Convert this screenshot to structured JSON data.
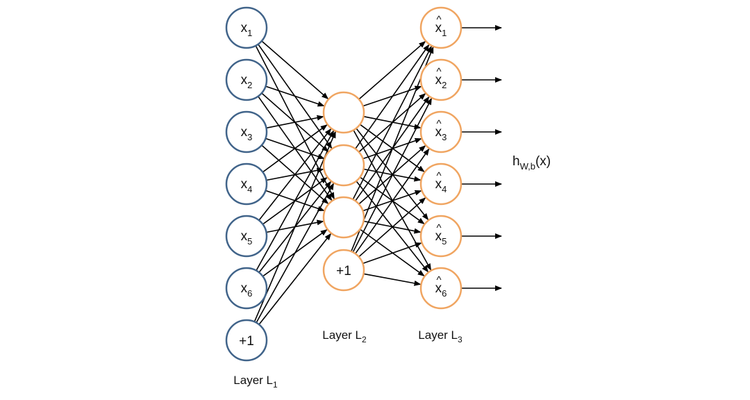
{
  "colors": {
    "input_node_stroke": "#41648a",
    "hidden_output_node_stroke": "#f0a561",
    "edge": "#000000"
  },
  "layer1": {
    "nodes": [
      {
        "base": "x",
        "sub": "1"
      },
      {
        "base": "x",
        "sub": "2"
      },
      {
        "base": "x",
        "sub": "3"
      },
      {
        "base": "x",
        "sub": "4"
      },
      {
        "base": "x",
        "sub": "5"
      },
      {
        "base": "x",
        "sub": "6"
      }
    ],
    "bias": "+1",
    "label": {
      "base": "Layer L",
      "sub": "1"
    }
  },
  "layer2": {
    "hidden_count": 3,
    "bias": "+1",
    "label": {
      "base": "Layer L",
      "sub": "2"
    }
  },
  "layer3": {
    "nodes": [
      {
        "base": "x",
        "hat": "^",
        "sub": "1"
      },
      {
        "base": "x",
        "hat": "^",
        "sub": "2"
      },
      {
        "base": "x",
        "hat": "^",
        "sub": "3"
      },
      {
        "base": "x",
        "hat": "^",
        "sub": "4"
      },
      {
        "base": "x",
        "hat": "^",
        "sub": "5"
      },
      {
        "base": "x",
        "hat": "^",
        "sub": "6"
      }
    ],
    "label": {
      "base": "Layer L",
      "sub": "3"
    }
  },
  "output": {
    "h": "h",
    "sub": "W,b",
    "arg": "(x)"
  }
}
